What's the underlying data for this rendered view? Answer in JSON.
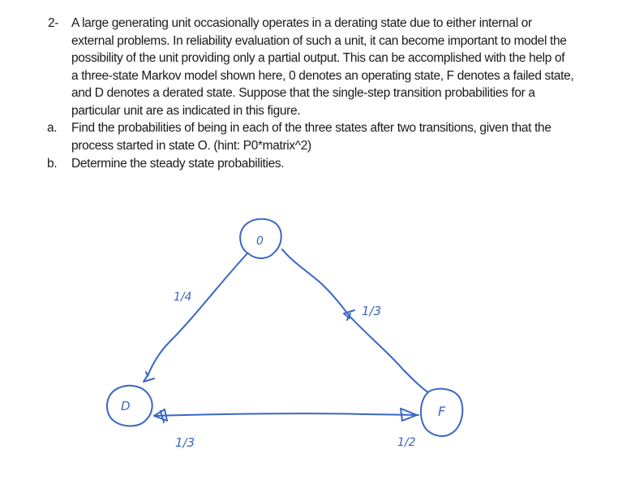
{
  "problem": {
    "number": "2-",
    "lines": [
      "A large generating unit occasionally operates in a derating state due to either internal or",
      "external problems. In reliability evaluation of such a unit, it can become important to model the",
      "possibility of the unit providing only a partial output. This can be accomplished with the help of",
      "a three-state Markov model shown here, 0 denotes an operating state, F denotes a failed state,",
      "and D denotes a derated state. Suppose that the single-step transition probabilities for a",
      "particular unit are as indicated in this figure."
    ]
  },
  "parts": [
    {
      "marker": "a.",
      "lines": [
        "Find the probabilities of being in each of the three states after two transitions, given that the",
        "process started in state O. (hint: P0*matrix^2)"
      ]
    },
    {
      "marker": "b.",
      "lines": [
        "Determine the steady state probabilities."
      ]
    }
  ],
  "diagram": {
    "color": "#3a66c4",
    "states": {
      "operating": "0",
      "derated": "D",
      "failed": "F"
    },
    "edges": {
      "operating_to_derated": "1/4",
      "failed_to_operating": "1/3",
      "failed_to_derated": "1/3",
      "derated_to_failed": "1/2"
    }
  }
}
